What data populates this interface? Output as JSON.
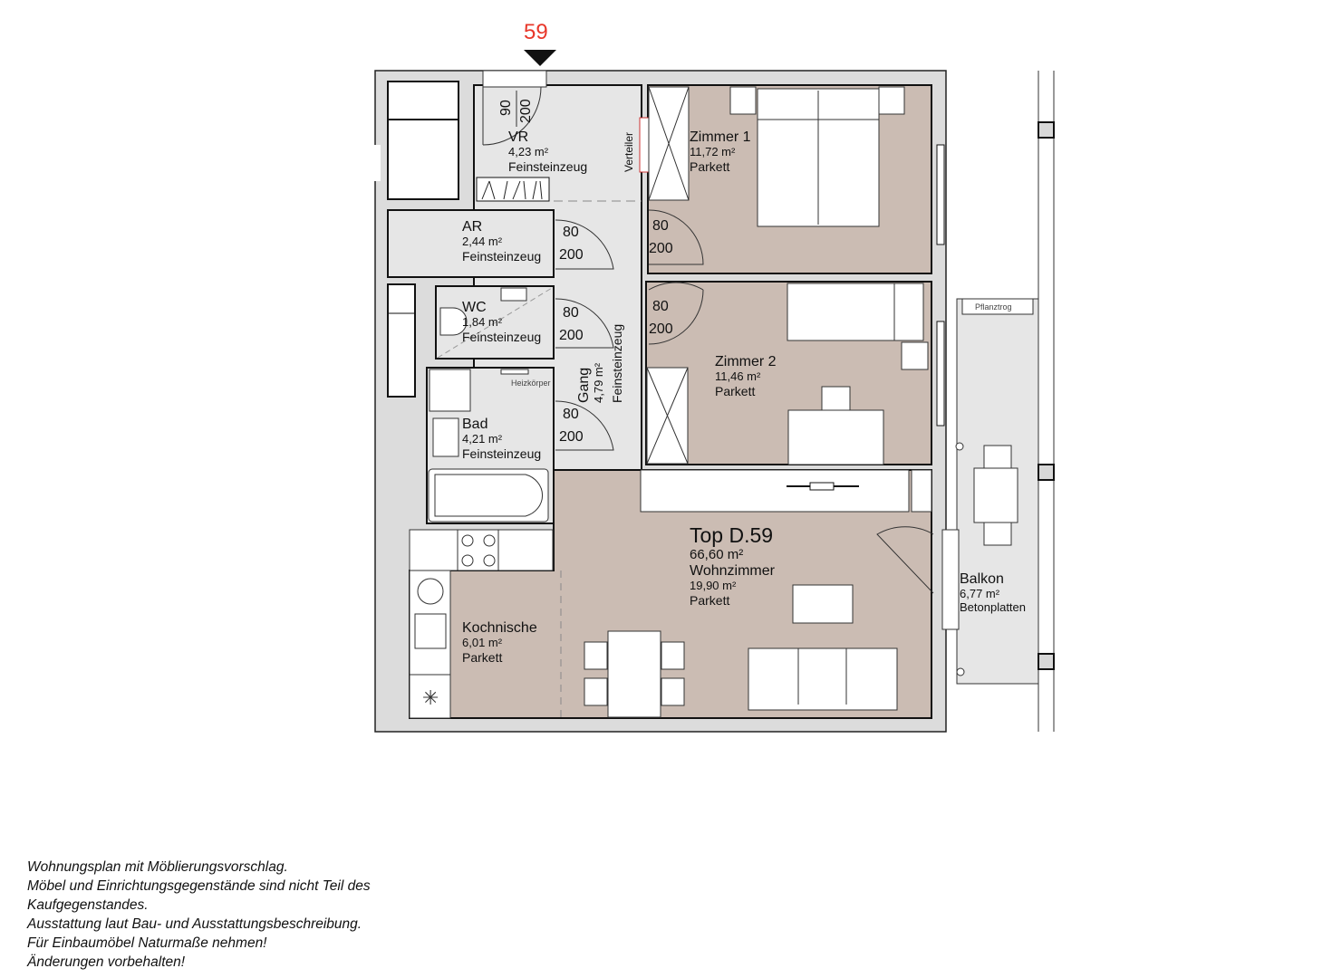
{
  "plan": {
    "unit_entry_number": "59",
    "unit": {
      "name": "Top D.59",
      "area": "66,60 m²"
    },
    "rooms": [
      {
        "id": "vr",
        "name": "VR",
        "area": "4,23 m²",
        "floor": "Feinsteinzeug"
      },
      {
        "id": "zimmer1",
        "name": "Zimmer 1",
        "area": "11,72 m²",
        "floor": "Parkett"
      },
      {
        "id": "ar",
        "name": "AR",
        "area": "2,44 m²",
        "floor": "Feinsteinzeug"
      },
      {
        "id": "wc",
        "name": "WC",
        "area": "1,84 m²",
        "floor": "Feinsteinzeug"
      },
      {
        "id": "gang",
        "name": "Gang",
        "area": "4,79 m²",
        "floor": "Feinsteinzeug"
      },
      {
        "id": "zimmer2",
        "name": "Zimmer 2",
        "area": "11,46 m²",
        "floor": "Parkett"
      },
      {
        "id": "bad",
        "name": "Bad",
        "area": "4,21 m²",
        "floor": "Feinsteinzeug"
      },
      {
        "id": "wohnzimmer",
        "name": "Wohnzimmer",
        "area": "19,90 m²",
        "floor": "Parkett"
      },
      {
        "id": "kochnische",
        "name": "Kochnische",
        "area": "6,01 m²",
        "floor": "Parkett"
      },
      {
        "id": "balkon",
        "name": "Balkon",
        "area": "6,77 m²",
        "floor": "Betonplatten"
      }
    ],
    "doors": [
      {
        "id": "entry",
        "width": "90",
        "height": "200"
      },
      {
        "id": "ar",
        "width": "80",
        "height": "200"
      },
      {
        "id": "wc",
        "width": "80",
        "height": "200"
      },
      {
        "id": "bad",
        "width": "80",
        "height": "200"
      },
      {
        "id": "zimmer1",
        "width": "80",
        "height": "200"
      },
      {
        "id": "zimmer2",
        "width": "80",
        "height": "200"
      }
    ],
    "annotations": {
      "verteiler": "Verteiler",
      "heizkoerper": "Heizkörper",
      "pflanztrog": "Pflanztrog"
    },
    "colors": {
      "parkett": "#cbbcb3",
      "tile": "#e6e6e6",
      "wall": "#dcdcdc",
      "entry_number": "#e8372a"
    }
  },
  "notes": [
    "Wohnungsplan mit Möblierungsvorschlag.",
    "Möbel und Einrichtungsgegenstände sind nicht Teil des",
    "Kaufgegenstandes.",
    "Ausstattung laut Bau- und Ausstattungsbeschreibung.",
    "Für Einbaumöbel Naturmaße nehmen!",
    "Änderungen vorbehalten!"
  ]
}
